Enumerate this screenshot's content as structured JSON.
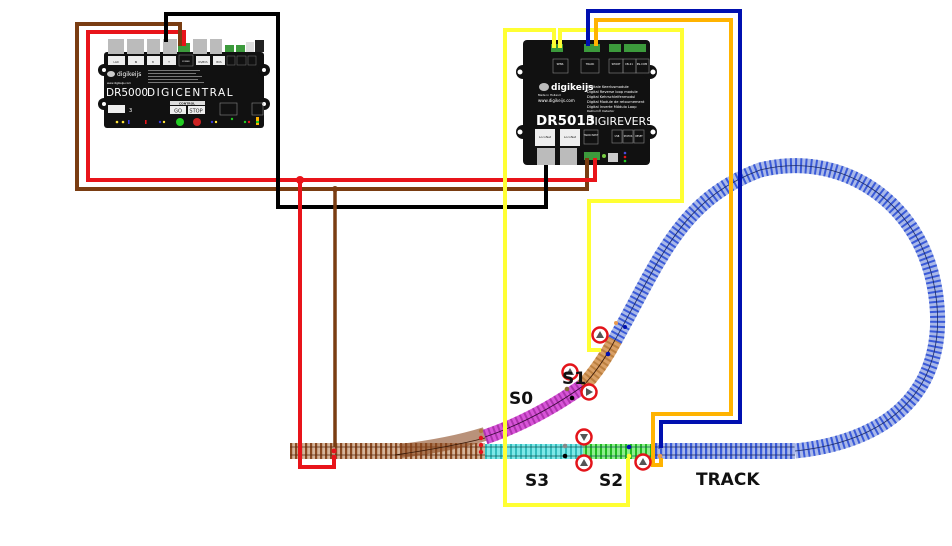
{
  "diagram": {
    "title": "DR5000 + DR5013 reverse loop wiring",
    "colors": {
      "wire_red": "#e8141a",
      "wire_brown": "#7a3d12",
      "wire_black": "#000000",
      "wire_yellow": "#ffff33",
      "wire_orange": "#ffb300",
      "wire_blue": "#0010b0",
      "track_main": "#8a5a3c",
      "track_s0": "#d855d8",
      "track_s1": "#d9a066",
      "track_s2": "#44dd44",
      "track_s3": "#44d8d8",
      "track_loop": "#6a88d8",
      "sensor_ring": "#e3141a",
      "sensor_arrow": "#555555",
      "device_body": "#111111"
    }
  },
  "devices": {
    "dr5000": {
      "brand": "digikeijs",
      "website": "www.digikeijs.com",
      "model": "DR5000",
      "name": "DIGICENTRAL",
      "port_labels": [
        "LAN",
        "IN",
        "B",
        "T",
        "POWER",
        "RS/BUS",
        "BUS",
        "PW",
        "PROG",
        "LED",
        "POWER"
      ],
      "control_label": "CONTROL",
      "buttons": [
        "GO",
        "STOP"
      ],
      "badge": "3"
    },
    "dr5013": {
      "brand": "digikeijs",
      "made_in": "Made in Holland",
      "website": "www.digikeijs.com",
      "model": "DR5013",
      "name": "DIGIREVERSE",
      "description_lines": [
        "Digitale Keerlusmodule",
        "Digital Reverse loop module",
        "Digital Kehrschleifenmodul",
        "Digital Module de retournement",
        "Digital Inverte Módulo Loop",
        "RailCom® Detector"
      ],
      "port_labels": [
        "SENS",
        "TRACK",
        "SHORT",
        "CB-21",
        "RS-COM"
      ],
      "bottom_labels": [
        "LocoNet",
        "LocoNet",
        "TRACK INPUT",
        "USB",
        "STATUS",
        "RESET"
      ]
    }
  },
  "sections": {
    "s0": "S0",
    "s1": "S1",
    "s2": "S2",
    "s3": "S3",
    "track": "TRACK"
  }
}
